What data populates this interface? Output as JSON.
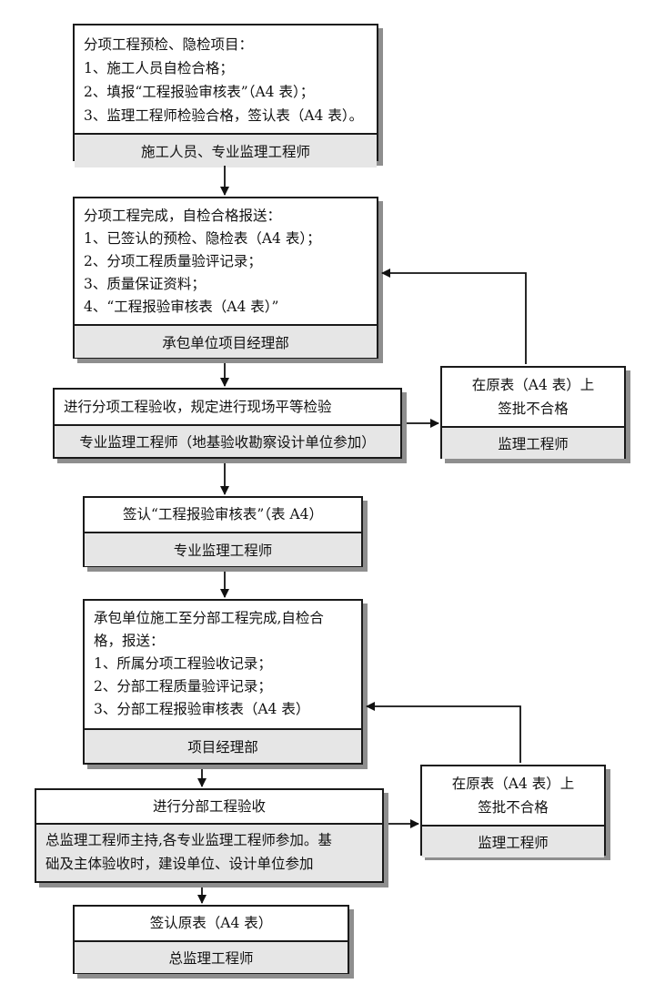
{
  "nodes": {
    "n1": {
      "lines": [
        "分项工程预检、隐检项目：",
        "1、施工人员自检合格；",
        "2、填报“工程报验审核表”（A4 表）；",
        "3、监理工程师检验合格，签认表（A4 表）。"
      ],
      "footer": "施工人员、专业监理工程师"
    },
    "n2": {
      "lines": [
        "分项工程完成，自检合格报送：",
        "1、已签认的预检、隐检表（A4 表）；",
        "2、分项工程质量验评记录；",
        "3、质量保证资料；",
        "4、“工程报验审核表（A4 表）”"
      ],
      "footer": "承包单位项目经理部"
    },
    "n3": {
      "lines": [
        "进行分项工程验收，规定进行现场平等检验"
      ],
      "footer": "专业监理工程师（地基验收勘察设计单位参加）"
    },
    "r1": {
      "lines": [
        "在原表（A4 表）上",
        "签批不合格"
      ],
      "footer": "监理工程师"
    },
    "n4": {
      "lines": [
        "签认“工程报验审核表”（表 A4）"
      ],
      "footer": "专业监理工程师"
    },
    "n5": {
      "lines": [
        "承包单位施工至分部工程完成,自检合",
        "格，报送：",
        "1、所属分项工程验收记录；",
        "2、分部工程质量验评记录；",
        "3、分部工程报验审核表（A4 表）"
      ],
      "footer": "项目经理部"
    },
    "n6": {
      "lines": [
        "进行分部工程验收"
      ],
      "footer_lines": [
        "总监理工程师主持,各专业监理工程师参加。基",
        "础及主体验收时，建设单位、设计单位参加"
      ]
    },
    "r2": {
      "lines": [
        "在原表（A4 表）上",
        "签批不合格"
      ],
      "footer": "监理工程师"
    },
    "n7": {
      "lines": [
        "签认原表（A4 表）"
      ],
      "footer": "总监理工程师"
    }
  }
}
